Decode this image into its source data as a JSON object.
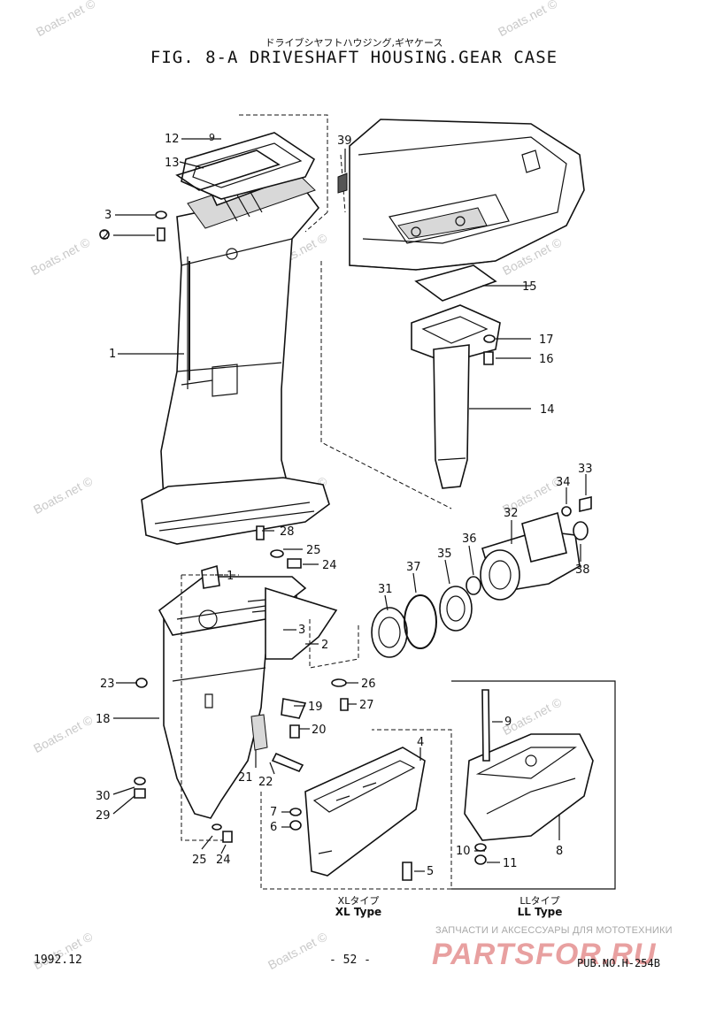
{
  "header": {
    "subtitle_jp": "ドライブシヤフトハウジング,ギヤケース",
    "title": "FIG.  8-A DRIVESHAFT HOUSING.GEAR CASE"
  },
  "footer": {
    "date": "1992.12",
    "page": "- 52 -",
    "pub_no": "PUB.NO.H-254B"
  },
  "watermark": {
    "text": "Boats.net ©"
  },
  "shop": {
    "subtitle": "ЗАПЧАСТИ И АКСЕССУАРЫ ДЛЯ МОТОТЕХНИКИ",
    "logo": "PARTSFOR.RU"
  },
  "variants": {
    "xl": {
      "jp": "XLタイプ",
      "en": "XL Type"
    },
    "ll": {
      "jp": "LLタイプ",
      "en": "LL Type"
    }
  },
  "callouts": {
    "c1": "1",
    "c1b": "1",
    "c2": "2",
    "c3": "3",
    "c3b": "3",
    "c4": "4",
    "c5": "5",
    "c6": "6",
    "c7": "7",
    "c8": "8",
    "c9": "9",
    "c10": "10",
    "c11": "11",
    "c12": "12",
    "c13": "13",
    "c14": "14",
    "c15": "15",
    "c16": "16",
    "c17": "17",
    "c18": "18",
    "c19": "19",
    "c20": "20",
    "c21": "21",
    "c22": "22",
    "c23": "23",
    "c24": "24",
    "c24b": "24",
    "c25": "25",
    "c25b": "25",
    "c26": "26",
    "c27": "27",
    "c28": "28",
    "c29": "29",
    "c30": "30",
    "c31": "31",
    "c32": "32",
    "c33": "33",
    "c34": "34",
    "c35": "35",
    "c36": "36",
    "c37": "37",
    "c38": "38",
    "c39": "39",
    "c2b": "2"
  }
}
